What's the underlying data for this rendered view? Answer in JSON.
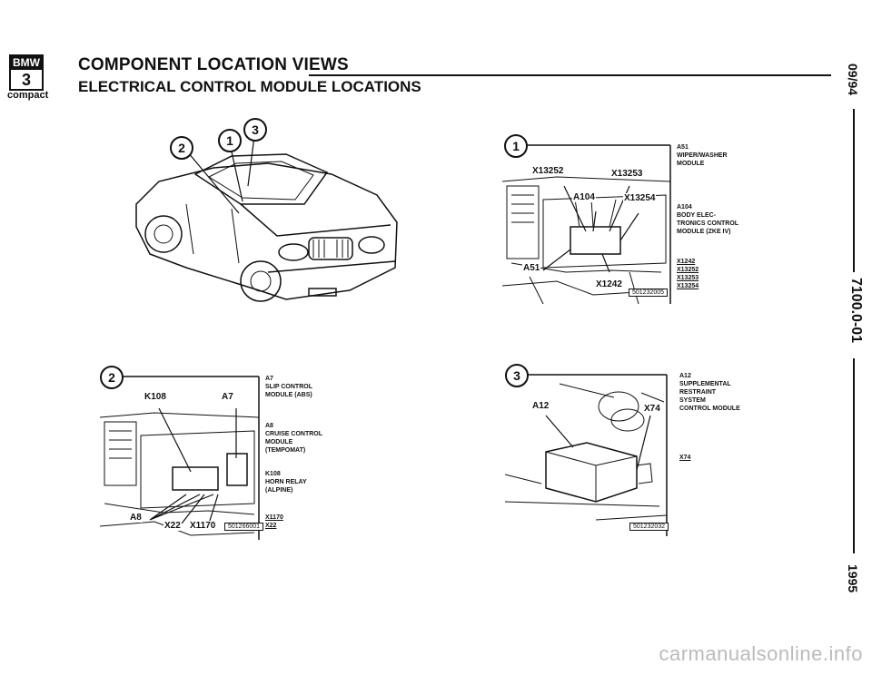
{
  "header": {
    "logo_brand": "BMW",
    "logo_model": "3",
    "logo_sub": "compact",
    "title": "COMPONENT LOCATION VIEWS",
    "subtitle": "ELECTRICAL CONTROL MODULE LOCATIONS"
  },
  "side": {
    "date": "09/94",
    "doc_number": "7100.0-01",
    "year": "1995"
  },
  "overview": {
    "callouts": [
      "2",
      "1",
      "3"
    ]
  },
  "panel1": {
    "number": "1",
    "code": "501232005",
    "labels": [
      "X13252",
      "X13253",
      "A104",
      "X13254",
      "A51",
      "X1242"
    ],
    "legend": [
      {
        "lines": [
          "A51",
          "WIPER/WASHER",
          "MODULE"
        ]
      },
      {
        "lines": [
          "A104",
          "BODY ELEC-",
          "TRONICS CONTROL",
          "MODULE (ZKE IV)"
        ]
      }
    ],
    "connectors": [
      "X1242",
      "X13252",
      "X13253",
      "X13254"
    ]
  },
  "panel2": {
    "number": "2",
    "code": "501266001",
    "labels": [
      "K108",
      "A7",
      "A8",
      "X22",
      "X1170"
    ],
    "legend": [
      {
        "lines": [
          "A7",
          "SLIP CONTROL",
          "MODULE (ABS)"
        ]
      },
      {
        "lines": [
          "A8",
          "CRUISE CONTROL",
          "MODULE",
          "(TEMPOMAT)"
        ]
      },
      {
        "lines": [
          "K108",
          "HORN RELAY",
          "(ALPINE)"
        ]
      }
    ],
    "connectors": [
      "X1170",
      "X22"
    ]
  },
  "panel3": {
    "number": "3",
    "code": "501232032",
    "labels": [
      "A12",
      "X74"
    ],
    "legend": [
      {
        "lines": [
          "A12",
          "SUPPLEMENTAL",
          "RESTRAINT",
          "SYSTEM",
          "CONTROL MODULE"
        ]
      }
    ],
    "connectors": [
      "X74"
    ]
  },
  "watermark": "carmanualsonline.info"
}
